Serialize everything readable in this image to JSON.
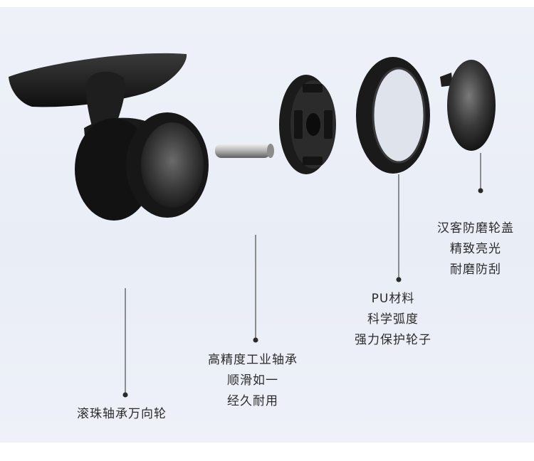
{
  "callouts": {
    "caster": {
      "line1": "滚珠轴承万向轮"
    },
    "axle": {
      "line1": "高精度工业轴承",
      "line2": "顺滑如一",
      "line3": "经久耐用"
    },
    "tire": {
      "line1": "PU材料",
      "line2": "科学弧度",
      "line3": "强力保护轮子"
    },
    "cap": {
      "line1": "汉客防磨轮盖",
      "line2": "精致亮光",
      "line3": "耐磨防刮"
    }
  },
  "colors": {
    "background": "#eceff7",
    "part_black": "#1a1a1a",
    "line": "#2a2a2a"
  }
}
